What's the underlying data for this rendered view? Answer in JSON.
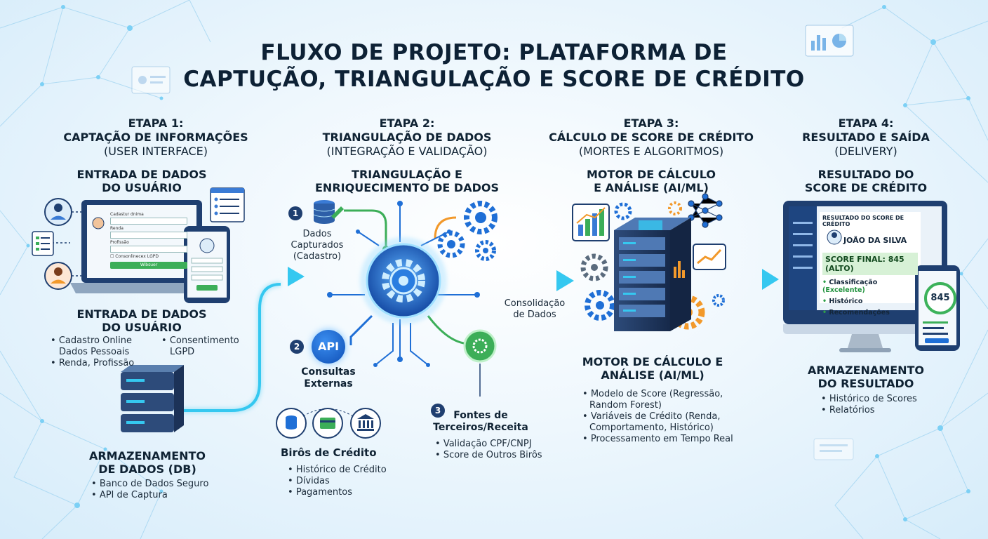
{
  "title": {
    "line1": "FLUXO DE PROJETO: PLATAFORMA DE",
    "line2": "CAPTUÇÃO, TRIANGULAÇÃO E SCORE DE CRÉDITO"
  },
  "stages": [
    {
      "etapa": "ETAPA 1:",
      "name": "CAPTAÇÃO DE INFORMAÇÕES",
      "detail": "(USER INTERFACE)",
      "subtitle_line1": "ENTRADA DE DADOS",
      "subtitle_line2": "DO USUÁRIO"
    },
    {
      "etapa": "ETAPA 2:",
      "name": "TRIANGULAÇÃO DE DADOS",
      "detail": "(INTEGRAÇÃO E VALIDAÇÃO)",
      "subtitle_line1": "TRIANGULAÇÃO E",
      "subtitle_line2": "ENRIQUECIMENTO DE DADOS"
    },
    {
      "etapa": "ETAPA 3:",
      "name": "CÁLCULO DE SCORE DE CRÉDITO",
      "detail": "(MORTES E ALGORITMOS)",
      "subtitle_line1": "MOTOR DE CÁLCULO",
      "subtitle_line2": "E ANÁLISE (AI/ML)"
    },
    {
      "etapa": "ETAPA 4:",
      "name": "RESULTADO E SAÍDA",
      "detail": "(DELIVERY)",
      "subtitle_line1": "RESULTADO DO",
      "subtitle_line2": "SCORE DE CRÉDITO"
    }
  ],
  "stage1": {
    "form": {
      "field1": "Cadastur dnima",
      "field2": "Renda",
      "field3": "Profissão",
      "checkbox": "Consonlinecex LGPD",
      "button": "Wibsuor"
    },
    "input_heading_line1": "ENTRADA DE DADOS",
    "input_heading_line2": "DO USUÁRIO",
    "input_bullets_left": [
      "Cadastro Online",
      "Renda, Profissão"
    ],
    "input_bullets_left_cont": "Dados Pessoais",
    "input_bullets_right": [
      "Consentimento"
    ],
    "input_bullets_right_cont": "LGPD",
    "storage_heading_line1": "ARMAZENAMENTO",
    "storage_heading_line2": "DE DADOS (DB)",
    "storage_bullets": [
      "Banco de Dados Seguro",
      "API de Captura"
    ]
  },
  "stage2": {
    "step1": {
      "number": "1",
      "label_line1": "Dados Capturados",
      "label_line2": "(Cadastro)"
    },
    "step2": {
      "number": "2",
      "badge": "API",
      "label_line1": "Consultas",
      "label_line2": "Externas"
    },
    "bureau_heading": "Birôs de Crédito",
    "bureau_bullets": [
      "Histórico de Crédito",
      "Dívidas",
      "Pagamentos"
    ],
    "step3": {
      "number": "3",
      "label_line1": "Fontes de",
      "label_line2": "Terceiros/Receita"
    },
    "third_party_bullets": [
      "Validação CPF/CNPJ",
      "Score de Outros Birôs"
    ],
    "consolidation_line1": "Consolidação",
    "consolidation_line2": "de Dados"
  },
  "stage3": {
    "heading_line1": "MOTOR DE CÁLCULO E",
    "heading_line2": "ANÁLISE (AI/ML)",
    "bullets": [
      "Modelo de Score (Regressão,",
      "Variáveis de Crédito (Renda,",
      "Processamento em Tempo Real"
    ],
    "bullet1_cont": "Random Forest)",
    "bullet2_cont": "Comportamento, Histórico)"
  },
  "stage4": {
    "screen_header": "RESULTADO DO SCORE DE CRÉDITO",
    "client_name": "JOÃO DA SILVA",
    "score_final": "SCORE FINAL: 845 (ALTO)",
    "classification_label": "Classificação",
    "classification_value": "(Excelente)",
    "item2": "Histórico",
    "item3": "Recomendações",
    "phone_score": "845",
    "storage_heading_line1": "ARMAZENAMENTO",
    "storage_heading_line2": "DO RESULTADO",
    "storage_bullets": [
      "Histórico de Scores",
      "Relatórios"
    ]
  },
  "colors": {
    "title": "#0d2135",
    "flow_glow": "#35c8f0",
    "primary_blue": "#1f6fd6",
    "green": "#3cae58",
    "orange": "#f2992b",
    "dark_navy": "#1f3f70"
  },
  "icons": [
    "user-avatar-icon",
    "laptop-icon",
    "smartphone-icon",
    "form-icon",
    "server-stack-icon",
    "database-icon",
    "gear-icon",
    "central-hub-gear-icon",
    "bank-icon",
    "card-icon",
    "bar-chart-icon",
    "line-chart-icon",
    "neural-network-icon",
    "server-rack-icon",
    "monitor-icon",
    "pie-chart-icon"
  ]
}
